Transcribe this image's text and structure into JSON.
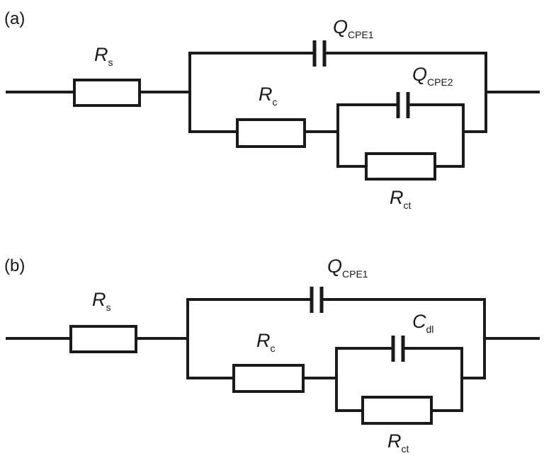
{
  "panels": {
    "a": {
      "tag": "(a)",
      "rs": {
        "main": "R",
        "sub": "s"
      },
      "q1": {
        "main": "Q",
        "sub": "CPE1"
      },
      "rc": {
        "main": "R",
        "sub": "c"
      },
      "q2": {
        "main": "Q",
        "sub": "CPE2"
      },
      "rct": {
        "main": "R",
        "sub": "ct"
      }
    },
    "b": {
      "tag": "(b)",
      "rs": {
        "main": "R",
        "sub": "s"
      },
      "q1": {
        "main": "Q",
        "sub": "CPE1"
      },
      "rc": {
        "main": "R",
        "sub": "c"
      },
      "cdl": {
        "main": "C",
        "sub": "dl"
      },
      "rct": {
        "main": "R",
        "sub": "ct"
      }
    }
  }
}
